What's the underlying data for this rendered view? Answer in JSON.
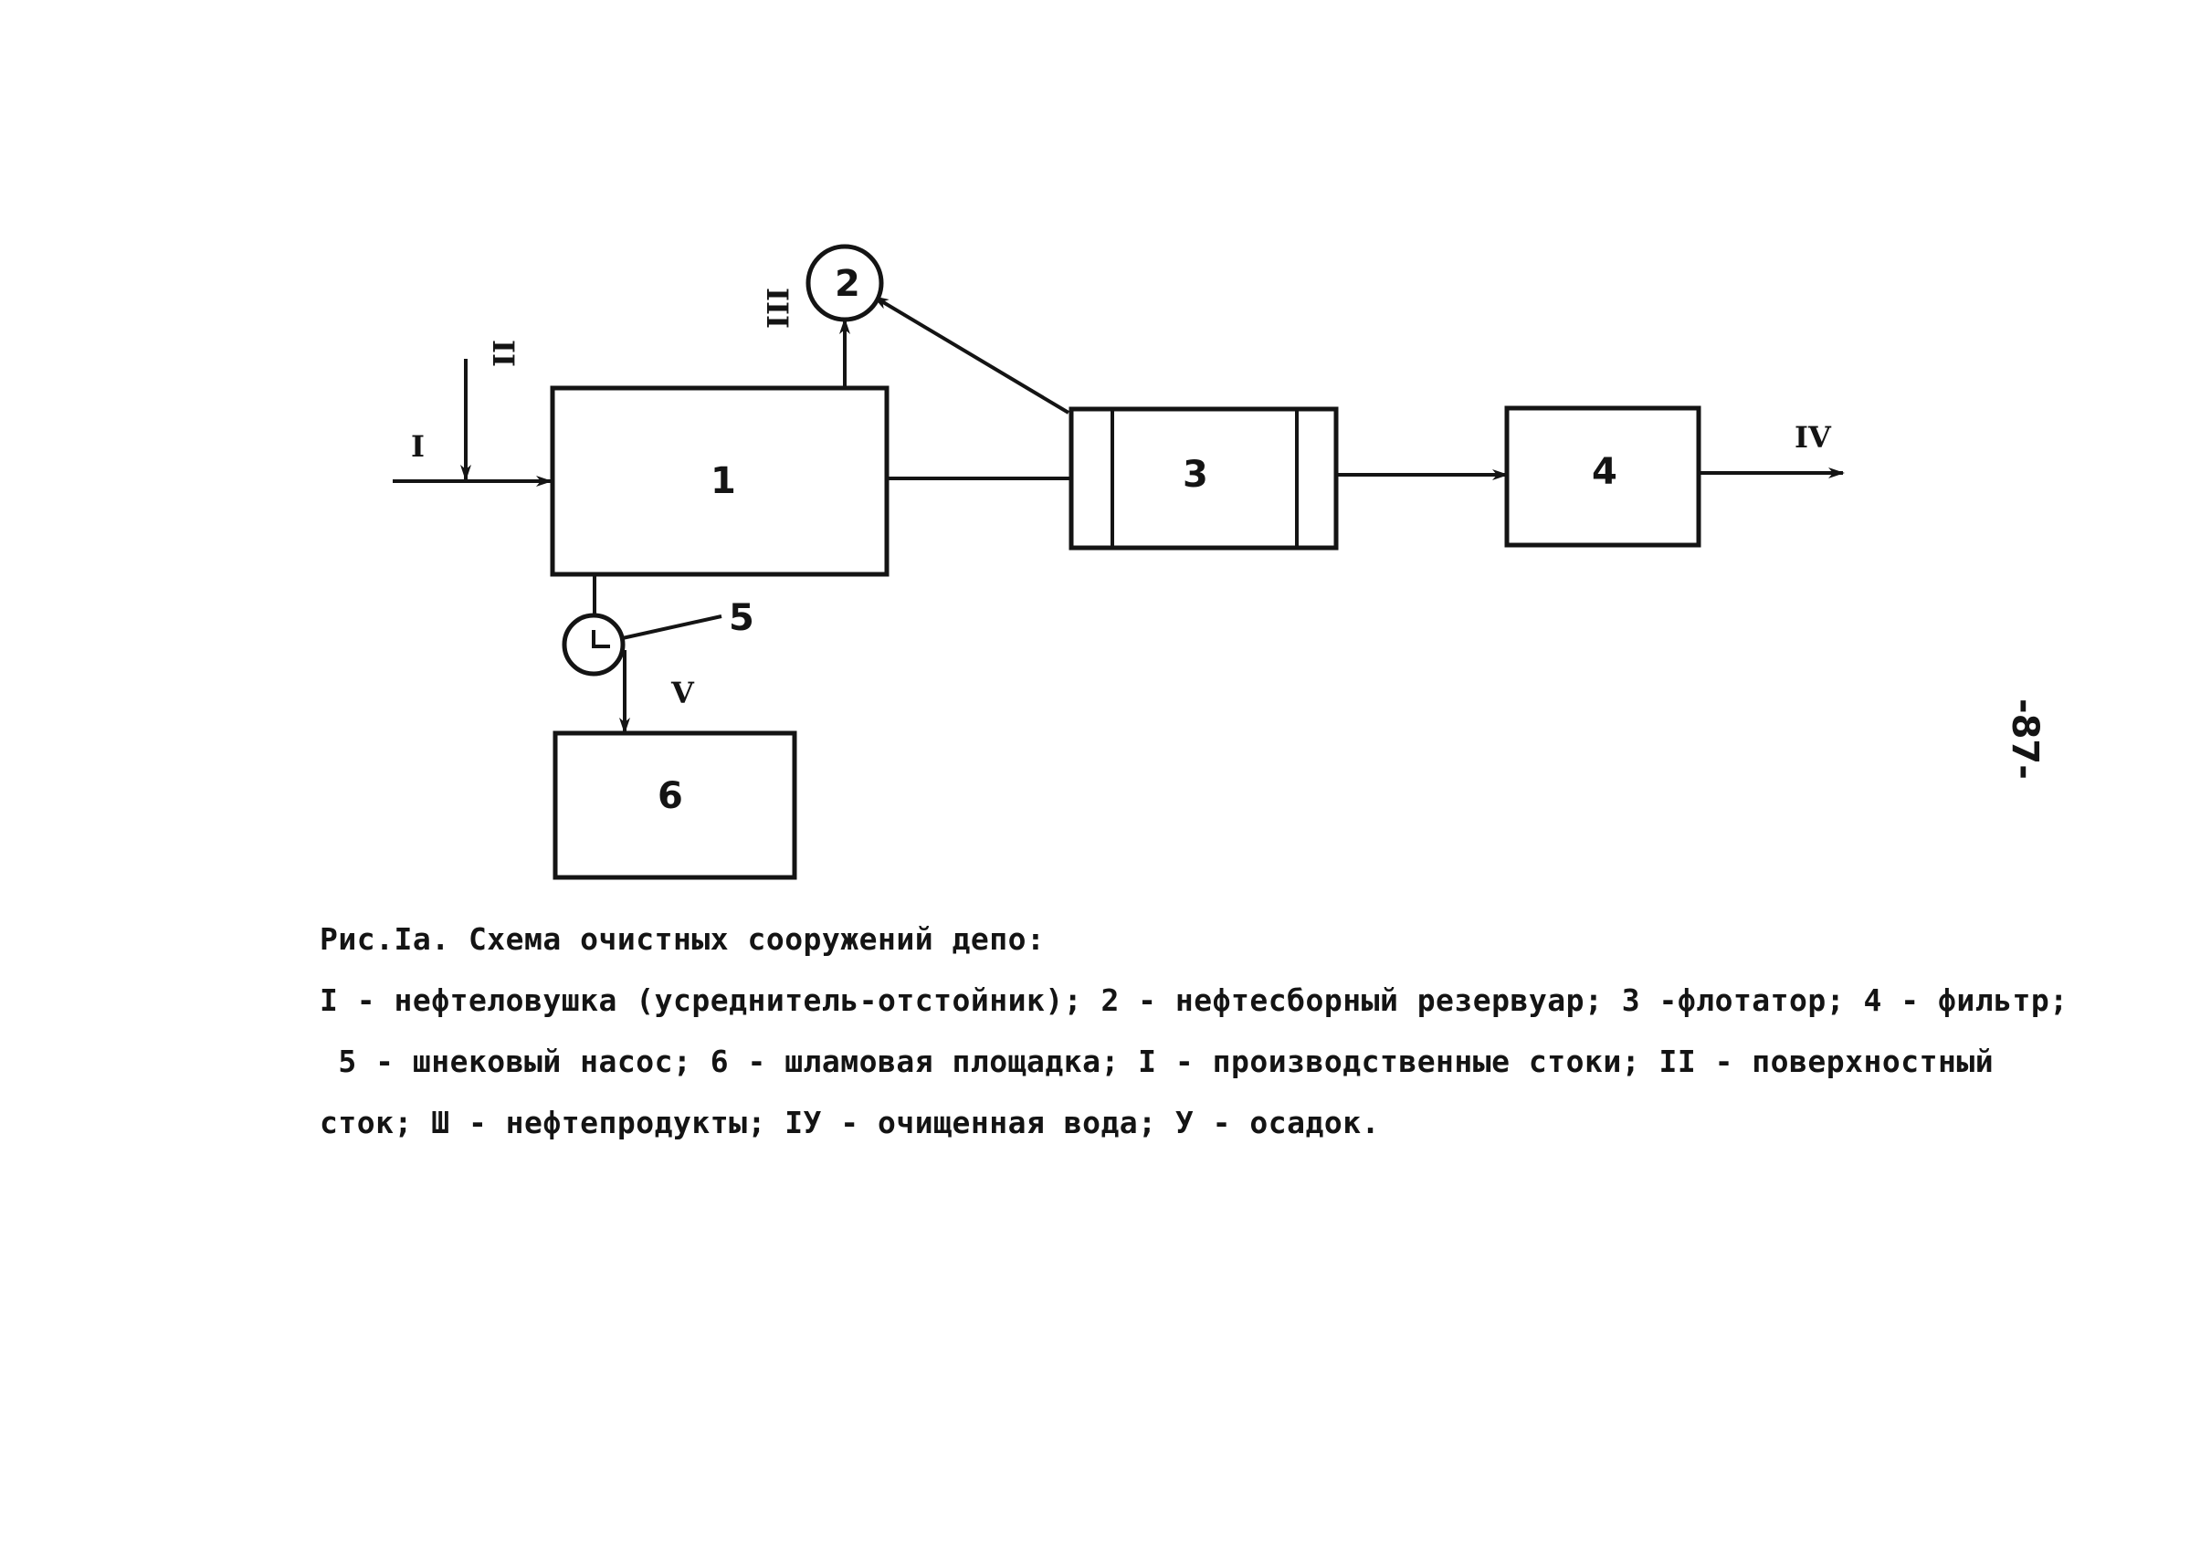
{
  "diagram": {
    "nodes": [
      {
        "id": "1",
        "label": "1"
      },
      {
        "id": "2",
        "label": "2"
      },
      {
        "id": "3",
        "label": "3"
      },
      {
        "id": "4",
        "label": "4"
      },
      {
        "id": "5",
        "label": "5"
      },
      {
        "id": "6",
        "label": "6"
      }
    ],
    "streams": [
      {
        "id": "I",
        "label": "I"
      },
      {
        "id": "II",
        "label": "II"
      },
      {
        "id": "III",
        "label": "III"
      },
      {
        "id": "IV",
        "label": "IV"
      },
      {
        "id": "V",
        "label": "V"
      }
    ],
    "edges": [
      {
        "from": "I",
        "to": "1"
      },
      {
        "from": "II",
        "to": "I"
      },
      {
        "from": "1",
        "to": "2"
      },
      {
        "from": "3",
        "to": "2"
      },
      {
        "from": "1",
        "to": "3"
      },
      {
        "from": "3",
        "to": "4"
      },
      {
        "from": "4",
        "to": "IV"
      },
      {
        "from": "1",
        "to": "5"
      },
      {
        "from": "5",
        "to": "6"
      }
    ]
  },
  "caption": {
    "line1": "Рис.Iа. Схема очистных сооружений депо:",
    "line2": "I - нефтеловушка (усреднитель-отстойник); 2 - нефтесборный резервуар; 3 -флотатор; 4 - фильтр;",
    "line3": " 5 - шнековый насос; 6 - шламовая площадка; I - производственные стоки; II - поверхностный",
    "line4": "сток; Ш - нефтепродукты; IУ - очищенная вода; У - осадок."
  },
  "page_number": "-87-"
}
